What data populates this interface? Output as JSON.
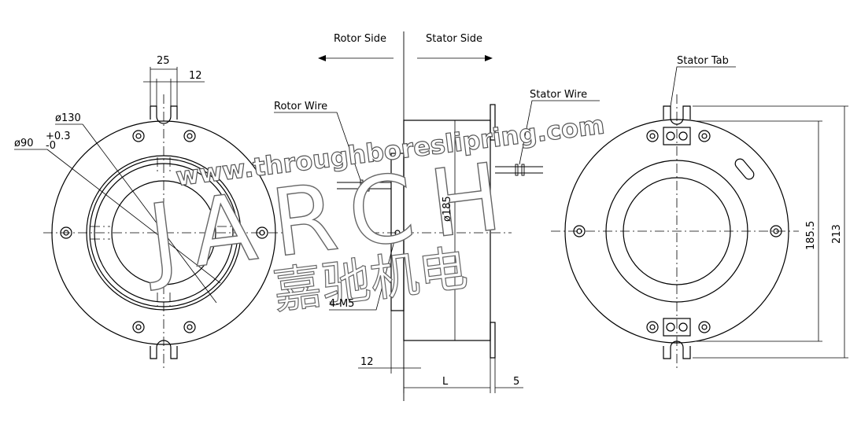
{
  "labels": {
    "rotor_side": "Rotor Side",
    "stator_side": "Stator Side",
    "rotor_wire": "Rotor Wire",
    "stator_wire": "Stator Wire",
    "stator_tab": "Stator Tab",
    "screw": "4-M5"
  },
  "dimensions": {
    "tab_width": "25",
    "tab_slot": "12",
    "outer_dia": "ø130",
    "bore_dia": "ø90",
    "bore_tol_upper": "+0.3",
    "bore_tol_lower": "-0",
    "body_dia": "ø185",
    "flange_thickness": "12",
    "length": "L",
    "tab_thickness": "5",
    "tab_span": "185.5",
    "overall_height": "213"
  },
  "watermark": {
    "url": "www.throughboreslipring.com",
    "brand": "JARCH",
    "chinese": "嘉驰机电"
  }
}
